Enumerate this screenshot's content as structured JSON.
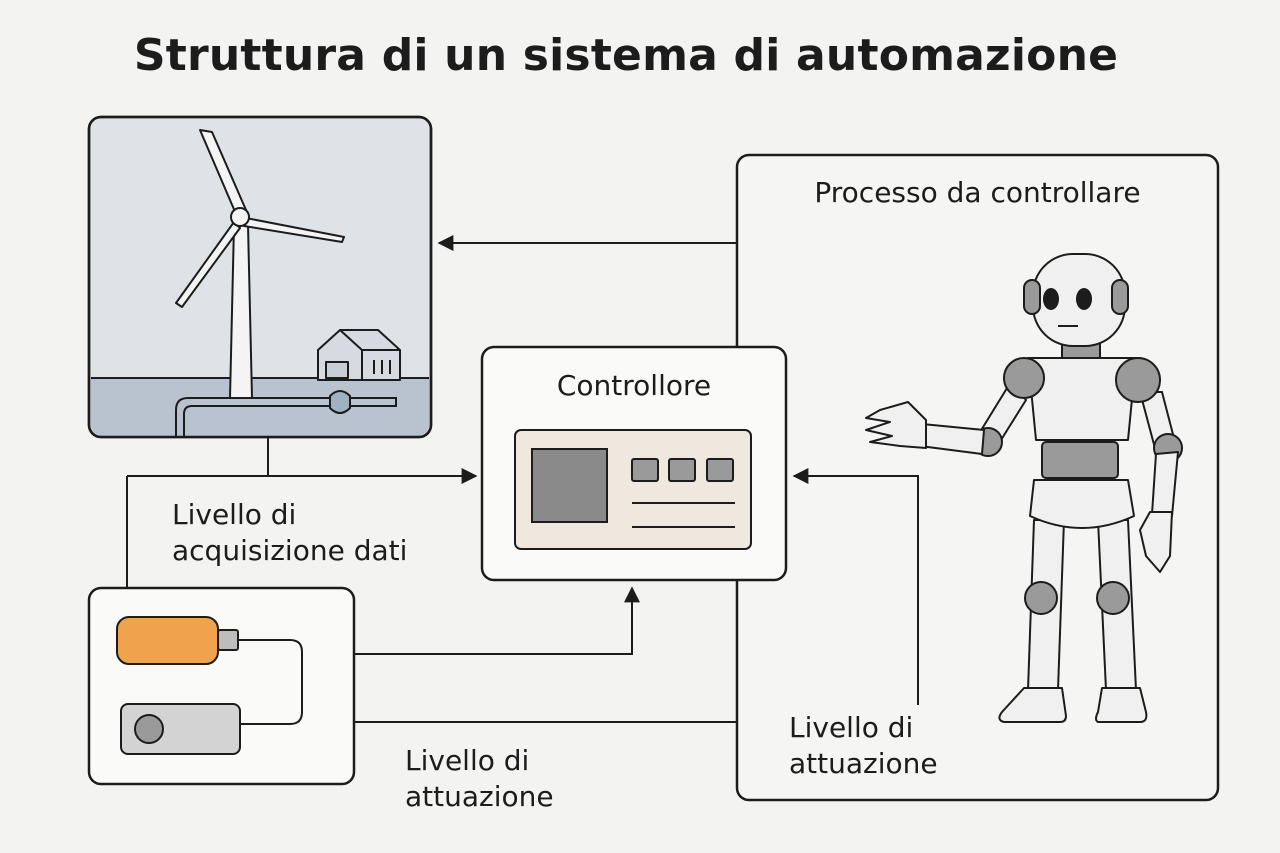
{
  "title": "Struttura di un sistema di automazione",
  "process_box": {
    "label": "Processo da controllare"
  },
  "controller_box": {
    "label": "Controllore"
  },
  "acquisition_level": {
    "line1": "Livello di",
    "line2": "acquisizione dati"
  },
  "actuation_level_left": {
    "line1": "Livello di",
    "line2": "attuazione"
  },
  "actuation_level_right": {
    "line1": "Livello di",
    "line2": "attuazione"
  },
  "icons": [
    "wind-turbine-icon",
    "house-icon",
    "pipe-icon",
    "sensor-icon",
    "actuator-icon",
    "robot-icon",
    "control-panel-icon"
  ],
  "colors": {
    "sensor_body": "#f0a24c",
    "actuator_body": "#d3d3d3",
    "panel_bg": "#efe8de",
    "scene_sky": "#dfe3e8",
    "scene_water": "#b8c3cf"
  }
}
